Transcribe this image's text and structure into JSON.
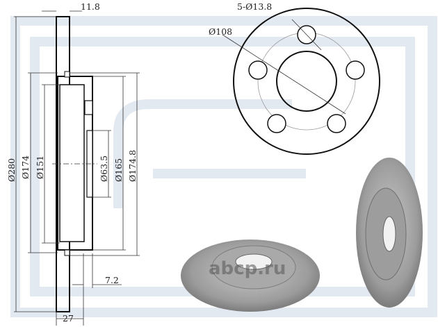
{
  "title": "Brake disc dimension drawing",
  "dimensions": {
    "thickness": "11.8",
    "outer_diameter": "Ø280",
    "d174": "Ø174",
    "d151": "Ø151",
    "center_bore": "Ø63.5",
    "d165": "Ø165",
    "d174_8": "Ø174.8",
    "hat_offset": "7.2",
    "total_height": "27",
    "bolt_holes": "5-Ø13.8",
    "bolt_circle": "Ø108"
  },
  "watermark": "abcp.ru",
  "colors": {
    "background_logo": "#e4eaf2",
    "line": "#111111",
    "metal": "#9a9a9a"
  }
}
